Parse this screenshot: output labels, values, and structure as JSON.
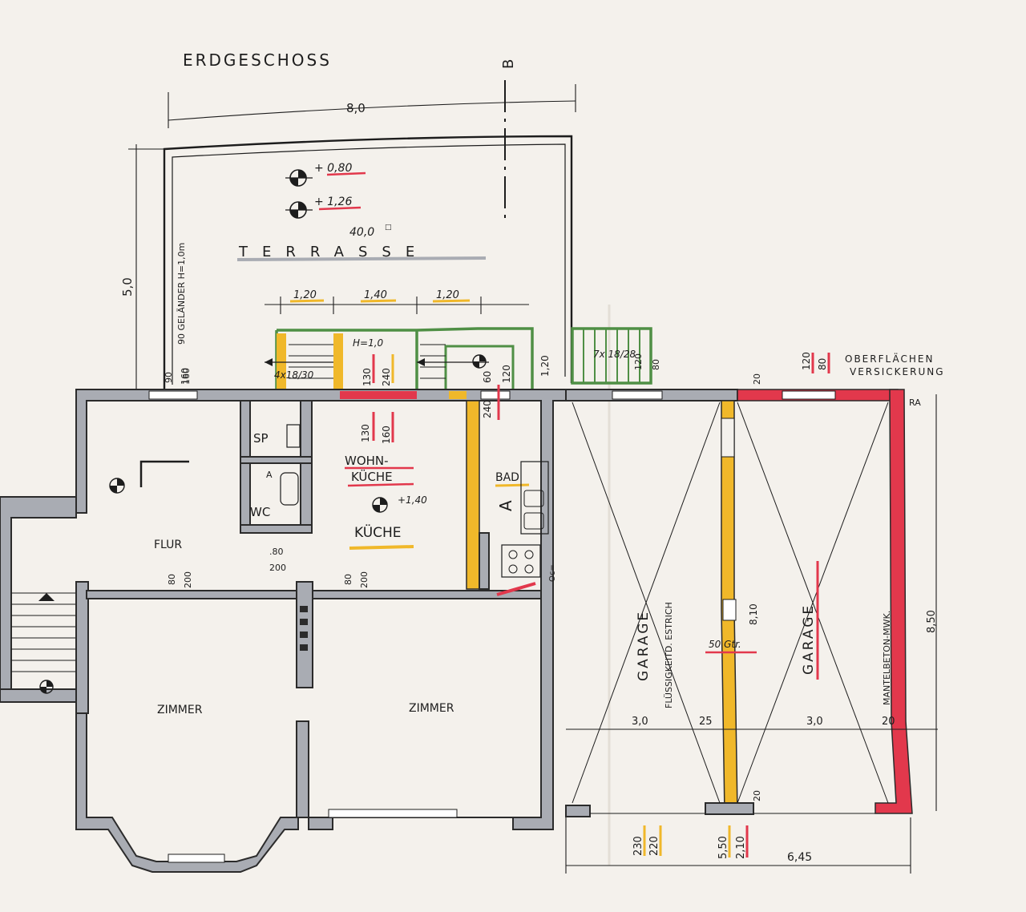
{
  "plan": {
    "title": "ERDGESCHOSS",
    "section_mark": "B",
    "terrace": {
      "label": "TERRASSE",
      "width": "8,0",
      "depth": "5,0",
      "area": "40,0",
      "area_unit": "□",
      "level_1": "+ 0,80",
      "level_2": "+ 1,26",
      "railing": "90 GELÄNDER H=1,0m",
      "railing_size": "160"
    },
    "stairs": {
      "seg_1": "1,20",
      "seg_2": "1,40",
      "seg_3": "1,20",
      "railing_h": "H=1,0",
      "steps_left": "4x18/30",
      "steps_right": "7x 18/28",
      "side_h": "1,20",
      "mark_120": "120",
      "mark_80": "80"
    },
    "rooms": {
      "flur": "FLUR",
      "sp": "SP",
      "wc": "WC",
      "wohnkueche_1": "WOHN-",
      "wohnkueche_2": "KÜCHE",
      "kueche": "KÜCHE",
      "bad": "BAD",
      "zimmer_left": "ZIMMER",
      "zimmer_right": "ZIMMER",
      "garage_1": "GARAGE",
      "garage_2": "GARAGE",
      "kitchen_level": "+1,40",
      "a_label": "A",
      "wc_a": "A",
      "bad_mark": "A"
    },
    "dims": {
      "w_90": "90",
      "w_160": "160",
      "w_130_top": "130",
      "w_240_top": "240",
      "w_240": "240",
      "w_60": "60",
      "w_120": "120",
      "w_120b": "1,20",
      "w_130": "130",
      "w_160b": "160",
      "d_80_200_a": "80",
      "d_200_a": "200",
      "d_80_200_b": "80",
      "d_200_b": "200",
      "d_80_200_c": ".80",
      "d_200_c": "200",
      "g_20": "20",
      "g_120": "120",
      "g_80": "80",
      "ra": "RA",
      "fluessig": "FLÜSSIGKEITD. ESTRICH",
      "mantel": "MANTELBETON-MWK.",
      "h_810": "8,10",
      "h_850": "8,50",
      "g_50": "50 Gtr.",
      "g_30a": "3,0",
      "g_25": "25",
      "g_30b": "3,0",
      "g_20b": "20",
      "g_20c": "20",
      "b_230": "230",
      "b_220": "220",
      "b_550": "5,50",
      "b_210": "2,10",
      "b_645": "6,45",
      "oc": "Oc=",
      "note_1": "OBERFLÄCHEN",
      "note_2": "VERSICKERUNG"
    }
  },
  "colors": {
    "wall": "#a9acb3",
    "ink": "#1d1d1d",
    "yellow": "#f0b82a",
    "red": "#e2384c",
    "green": "#4f8f45",
    "paper": "#f4f1ec"
  },
  "icons": [
    "level-marker-icon",
    "stove-icon",
    "sink-icon",
    "stair-arrow-icon"
  ]
}
